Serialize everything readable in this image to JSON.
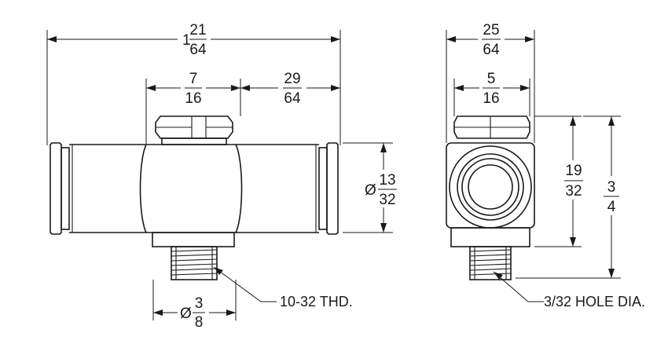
{
  "dimensions": {
    "overall_length": {
      "whole": "1",
      "numerator": "21",
      "denominator": "64"
    },
    "hex_width": {
      "numerator": "7",
      "denominator": "16"
    },
    "hex_to_end": {
      "numerator": "29",
      "denominator": "64"
    },
    "body_diameter": {
      "prefix": "Ø",
      "numerator": "13",
      "denominator": "32"
    },
    "thread_diameter": {
      "prefix": "Ø",
      "numerator": "3",
      "denominator": "8"
    },
    "side_width": {
      "numerator": "25",
      "denominator": "64"
    },
    "side_hex_width": {
      "numerator": "5",
      "denominator": "16"
    },
    "hex_to_center": {
      "numerator": "19",
      "denominator": "32"
    },
    "overall_height": {
      "numerator": "3",
      "denominator": "4"
    }
  },
  "callouts": {
    "thread": "10-32 THD.",
    "hole": "3/32 HOLE DIA."
  },
  "colors": {
    "line": "#1a1a1a",
    "background": "#ffffff"
  }
}
